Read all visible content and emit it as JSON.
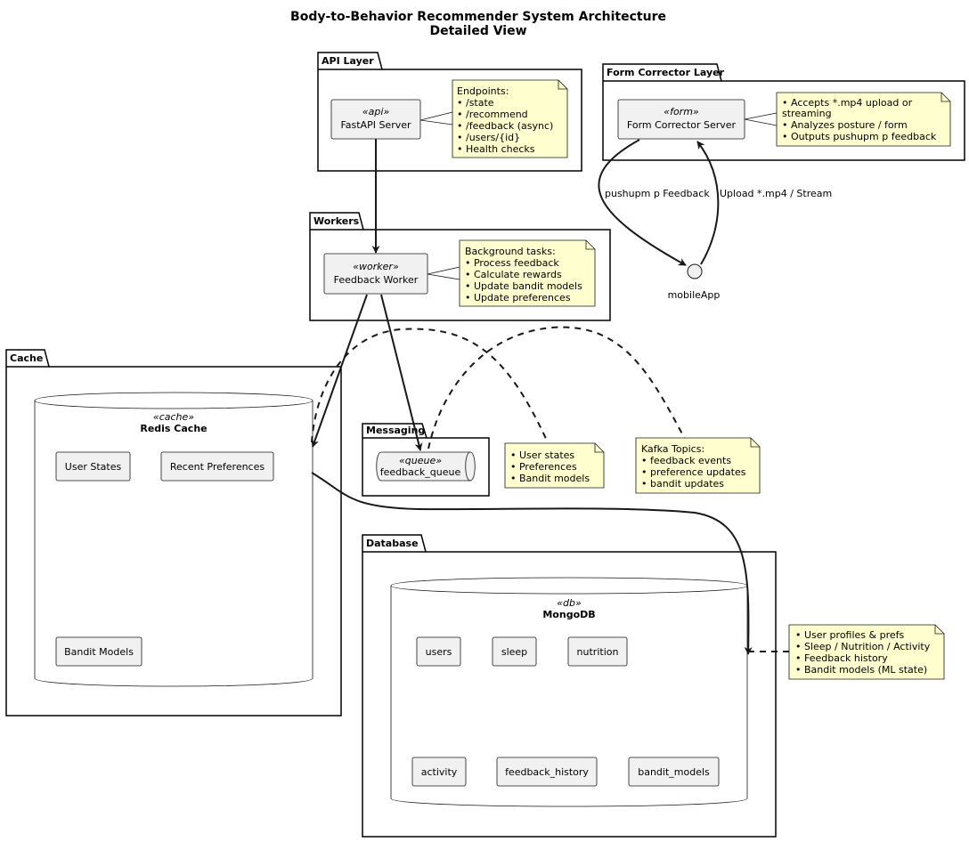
{
  "title": {
    "line1": "Body-to-Behavior Recommender System Architecture",
    "line2": "Detailed View"
  },
  "packages": {
    "api": "API Layer",
    "form": "Form Corrector Layer",
    "workers": "Workers",
    "cache": "Cache",
    "messaging": "Messaging",
    "database": "Database"
  },
  "components": {
    "fastapi": {
      "stereotype": "«api»",
      "name": "FastAPI Server"
    },
    "form_server": {
      "stereotype": "«form»",
      "name": "Form Corrector Server"
    },
    "worker": {
      "stereotype": "«worker»",
      "name": "Feedback Worker"
    },
    "redis": {
      "stereotype": "«cache»",
      "name": "Redis Cache",
      "items": [
        "User States",
        "Recent Preferences",
        "Bandit Models"
      ]
    },
    "queue": {
      "stereotype": "«queue»",
      "name": "feedback_queue"
    },
    "mongo": {
      "stereotype": "«db»",
      "name": "MongoDB",
      "items": [
        "users",
        "sleep",
        "nutrition",
        "activity",
        "feedback_history",
        "bandit_models"
      ]
    },
    "mobile": {
      "name": "mobileApp"
    }
  },
  "notes": {
    "api": [
      "Endpoints:",
      "• /state",
      "• /recommend",
      "• /feedback (async)",
      "• /users/{id}",
      "• Health checks"
    ],
    "form": [
      "• Accepts *.mp4 upload or",
      "streaming",
      "• Analyzes posture / form",
      "• Outputs pushupm p feedback"
    ],
    "workers": [
      "Background tasks:",
      "• Process feedback",
      "• Calculate rewards",
      "• Update bandit models",
      "• Update preferences"
    ],
    "cache": [
      "• User states",
      "• Preferences",
      "• Bandit models"
    ],
    "kafka": [
      "Kafka Topics:",
      "• feedback events",
      "• preference updates",
      "• bandit updates"
    ],
    "db": [
      "• User profiles & prefs",
      "• Sleep / Nutrition / Activity",
      "• Feedback history",
      "• Bandit models (ML state)"
    ]
  },
  "edges": {
    "form_to_mobile": "pushupm p Feedback",
    "mobile_to_form": "Upload *.mp4 / Stream"
  },
  "colors": {
    "component_fill": "#f1f1f1",
    "note_fill": "#fefece",
    "line": "#181818"
  }
}
